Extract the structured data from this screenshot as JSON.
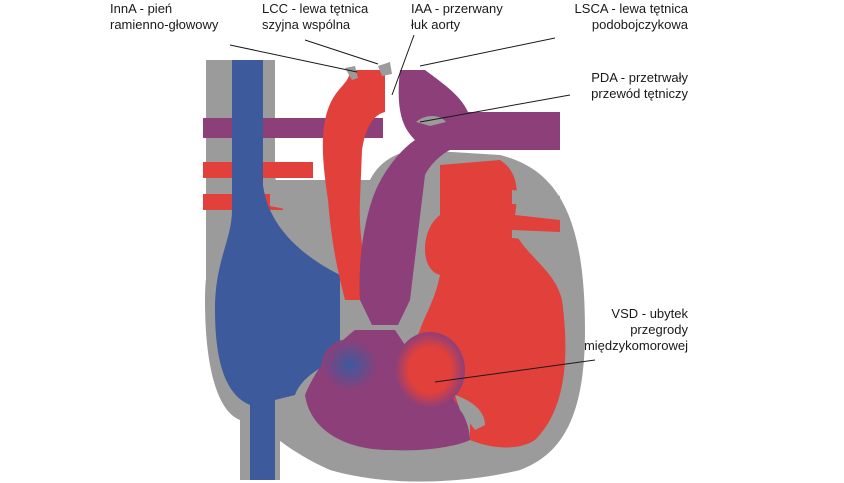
{
  "colors": {
    "wall": "#9b9b9b",
    "wall_dark": "#6f6f6f",
    "oxygenated": "#e2403a",
    "deoxygenated": "#3d5a9c",
    "mixed": "#8d3f7a",
    "leader": "#1a1a1a"
  },
  "labels": {
    "inna": {
      "line1": "InnA - pień",
      "line2": "ramienno-głowowy"
    },
    "lcc": {
      "line1": "LCC - lewa tętnica",
      "line2": "szyjna wspólna"
    },
    "iaa": {
      "line1": "IAA - przerwany",
      "line2": "łuk aorty"
    },
    "lsca": {
      "line1": "LSCA - lewa tętnica",
      "line2": "podobojczykowa"
    },
    "pda": {
      "line1": "PDA - przetrwały",
      "line2": "przewód tętniczy"
    },
    "vsd": {
      "line1": "VSD - ubytek",
      "line2": "przegrody",
      "line3": "międzykomorowej"
    }
  }
}
